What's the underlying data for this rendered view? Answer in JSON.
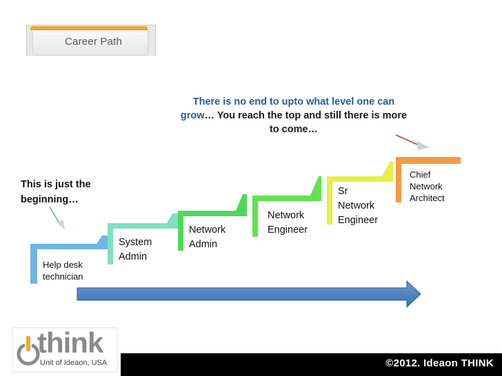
{
  "header": {
    "tab_label": "Career Path"
  },
  "message": {
    "line1": "There is no end to upto what level one can",
    "line2_highlight": "grow",
    "line2_rest": "… You reach the top and still there is more",
    "line3": "to come…"
  },
  "beginning_text_1": "This is just the",
  "beginning_text_2": "beginning…",
  "steps": [
    {
      "lines": [
        "Help desk",
        "technician"
      ],
      "color": "#6fb7e0"
    },
    {
      "lines": [
        "System",
        "Admin"
      ],
      "color": "#7fe0c4"
    },
    {
      "lines": [
        "Network",
        "Admin"
      ],
      "color": "#4fd85a"
    },
    {
      "lines": [
        "Network",
        "Engineer"
      ],
      "color": "#62e24e"
    },
    {
      "lines": [
        "Sr",
        "Network",
        "Engineer"
      ],
      "color": "#e6ee4a"
    },
    {
      "lines": [
        "Chief",
        "Network",
        "Architect"
      ],
      "color": "#f59a44"
    }
  ],
  "arrow_color": "#4a7dbf",
  "logo": {
    "word": "think",
    "sub": "Unit of Ideaon, USA"
  },
  "footer": {
    "copyright": "©2012. Ideaon THINK"
  }
}
